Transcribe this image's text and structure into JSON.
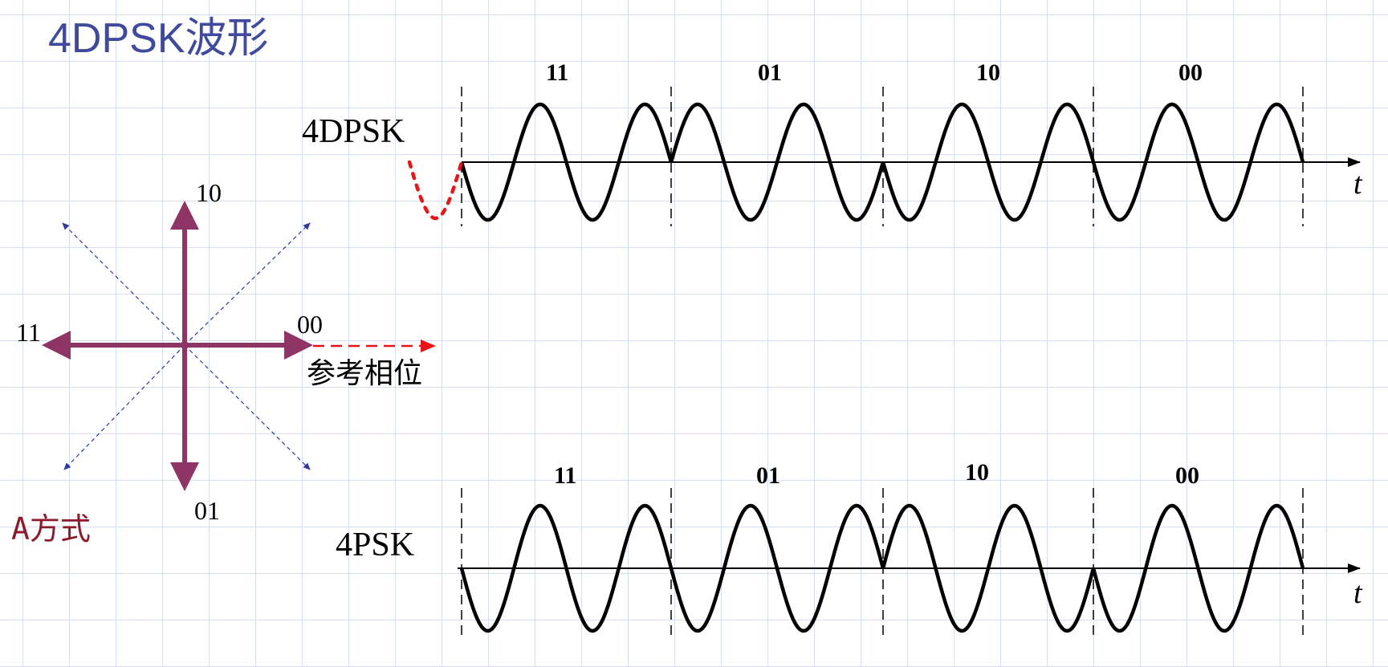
{
  "title": "4DPSK波形",
  "mode_label": "A方式",
  "phasor": {
    "labels": {
      "up": "10",
      "left": "11",
      "right": "00",
      "down": "01"
    },
    "reference": "参考相位"
  },
  "rows": [
    {
      "label": "4DPSK",
      "axis_label": "t",
      "segments": [
        "11",
        "01",
        "10",
        "00"
      ]
    },
    {
      "label": "4PSK",
      "axis_label": "t",
      "segments": [
        "11",
        "01",
        "10",
        "00"
      ]
    }
  ],
  "colors": {
    "title": "#3f4a9e",
    "vector": "#8e3566",
    "diagonal": "#2e3a9c",
    "reference": "#e8141a",
    "mode": "#8b1a2b"
  }
}
